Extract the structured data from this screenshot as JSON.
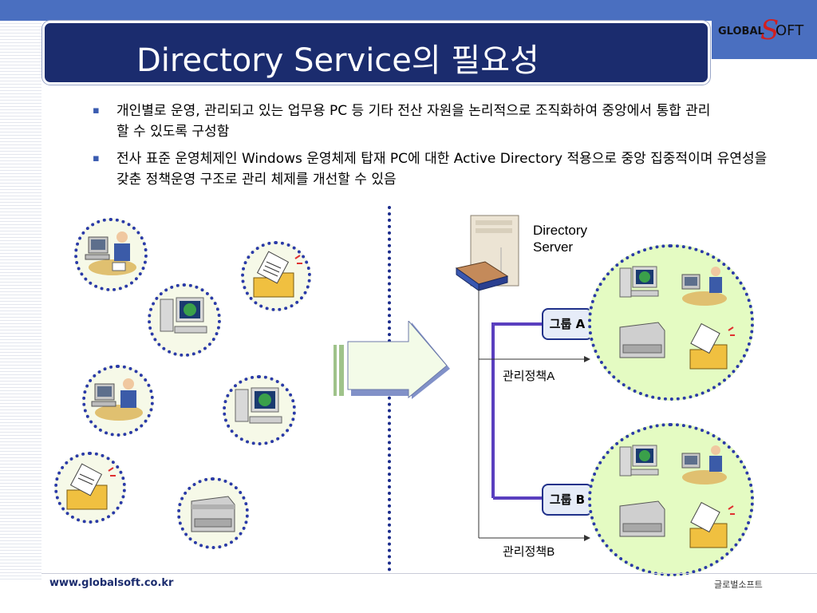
{
  "slide": {
    "title": "Directory Service의 필요성",
    "logo": {
      "global": "GLOBAL",
      "s": "S",
      "oft": "OFT"
    },
    "bullets": [
      {
        "text": "개인별로 운영, 관리되고 있는 업무용 PC 등 기타 전산 자원을 논리적으로 조직화하여 중앙에서 통합 관리할 수 있도록 구성함"
      },
      {
        "text": "전사 표준 운영체제인 Windows 운영체제 탑재 PC에 대한 Active Directory 적용으로 중앙 집중적이며 유연성을 갖춘 정책운영 구조로 관리 체제를 개선할 수 있음"
      }
    ]
  },
  "diagram": {
    "server_label_line1": "Directory",
    "server_label_line2": "Server",
    "group_a": {
      "label": "그룹 A",
      "policy": "관리정책A"
    },
    "group_b": {
      "label": "그룹 B",
      "policy": "관리정책B"
    },
    "colors": {
      "connector": "#5a3fbf",
      "circle_border": "#2a3aa8",
      "group_fill": "#e4fbc2",
      "title_bg": "#1b2c6e"
    }
  },
  "icons": [
    "computer-user-icon",
    "folder-document-icon",
    "monitor-globe-icon",
    "printer-icon",
    "server-tower-icon",
    "book-icon",
    "transition-arrow-icon"
  ],
  "footer": {
    "url": "www.globalsoft.co.kr",
    "company": "글로벌소프트"
  }
}
